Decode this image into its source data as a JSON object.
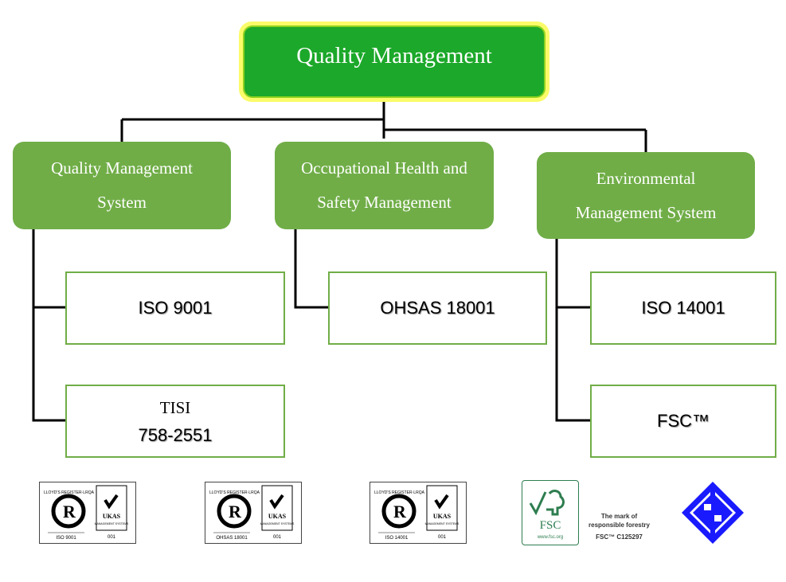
{
  "root": {
    "label": "Quality Management"
  },
  "categories": [
    {
      "lines": [
        "Quality Management",
        "System"
      ],
      "standards": [
        {
          "label": "ISO 9001"
        },
        {
          "lines": [
            "TISI",
            "758-2551"
          ]
        }
      ]
    },
    {
      "lines": [
        "Occupational Health and",
        "Safety Management"
      ],
      "standards": [
        {
          "label": "OHSAS 18001"
        }
      ]
    },
    {
      "lines": [
        "Environmental",
        "Management System"
      ],
      "standards": [
        {
          "label": "ISO 14001"
        },
        {
          "label": "FSC™"
        }
      ]
    }
  ],
  "logos": {
    "lrqa": [
      {
        "arc_text": "LLOYD'S REGISTER·LRQA",
        "standard": "ISO 9001",
        "ukas": "UKAS",
        "ukas_sub": "MANAGEMENT SYSTEMS",
        "number": "001"
      },
      {
        "arc_text": "LLOYD'S REGISTER·LRQA",
        "standard": "OHSAS 18001",
        "ukas": "UKAS",
        "ukas_sub": "MANAGEMENT SYSTEMS",
        "number": "001"
      },
      {
        "arc_text": "LLOYD'S REGISTER·LRQA",
        "standard": "ISO 14001",
        "ukas": "UKAS",
        "ukas_sub": "MANAGEMENT SYSTEMS",
        "number": "001"
      }
    ],
    "fsc": {
      "name": "FSC",
      "url": "www.fsc.org",
      "tagline_1": "The mark of",
      "tagline_2": "responsible forestry",
      "code": "FSC™ C125297"
    },
    "tisi": {
      "color": "#1a1aff"
    }
  },
  "colors": {
    "root": "#1ca82a",
    "root_glow": "#fbfb6a",
    "category": "#70ad47",
    "connector": "#000000"
  }
}
